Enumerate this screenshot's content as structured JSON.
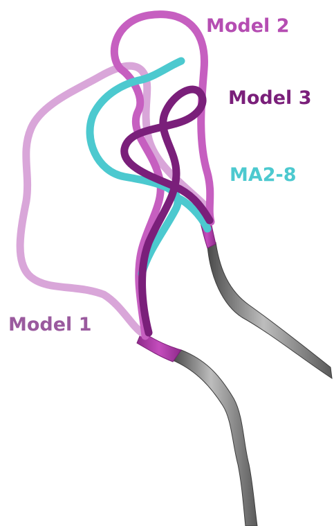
{
  "labels": {
    "model2": "Model 2",
    "model3": "Model 3",
    "ma28": "MA2-8",
    "model1": "Model 1"
  },
  "colors": {
    "model1": "#d9a6d9",
    "model1_label": "#9a5a9e",
    "model2": "#c65fc0",
    "model2_label": "#b54db2",
    "model3": "#7a1f7a",
    "model3_label": "#7a1f7a",
    "ma28": "#4cc9cf",
    "ma28_label": "#4cc9cf",
    "stem": "#6f6f6f",
    "junction": "#b63cb0"
  }
}
